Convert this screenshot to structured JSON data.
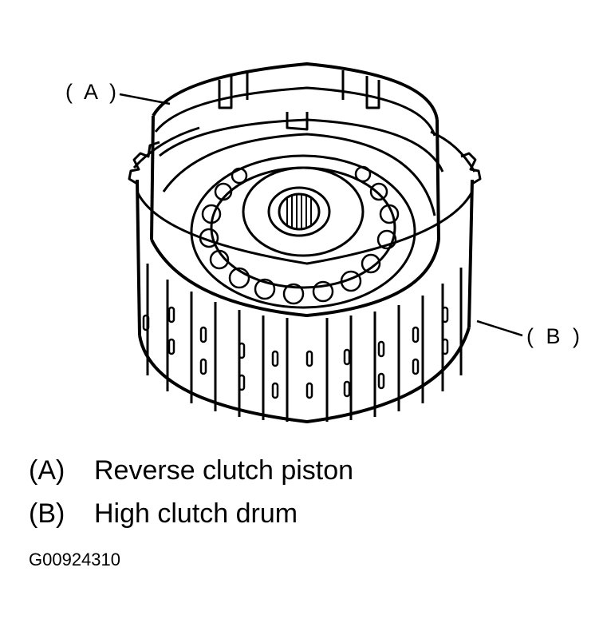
{
  "callouts": {
    "a": "( A )",
    "b": "( B )"
  },
  "legend": [
    {
      "key": "(A)",
      "label": "Reverse clutch piston"
    },
    {
      "key": "(B)",
      "label": "High clutch drum"
    }
  ],
  "figure_code": "G00924310",
  "colors": {
    "line": "#000000",
    "background": "#ffffff"
  }
}
